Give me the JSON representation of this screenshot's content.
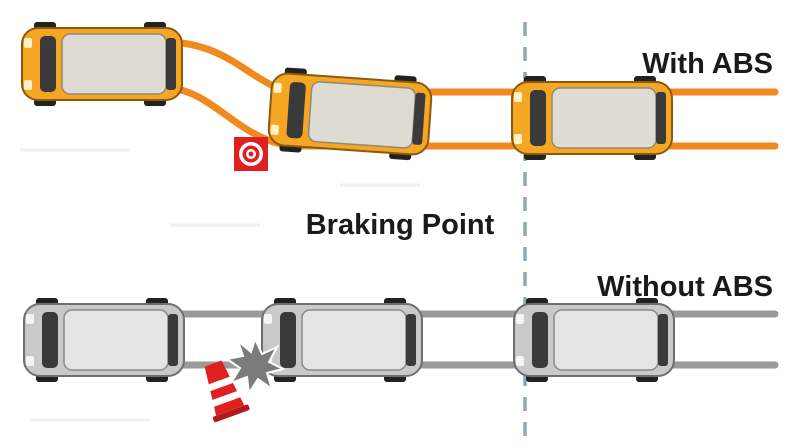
{
  "labels": {
    "with_abs": "With ABS",
    "without_abs": "Without ABS",
    "braking_point": "Braking Point"
  },
  "colors": {
    "orange_track": "#f08a1f",
    "gray_track": "#9a9a9a",
    "orange_car": "#f5a623",
    "gray_car": "#c9c9c9",
    "divider": "#8fa8b3",
    "brake_icon": "#e02020"
  },
  "icons": [
    "car-icon",
    "brake-warning-icon",
    "traffic-cone-icon",
    "collision-burst-icon"
  ]
}
